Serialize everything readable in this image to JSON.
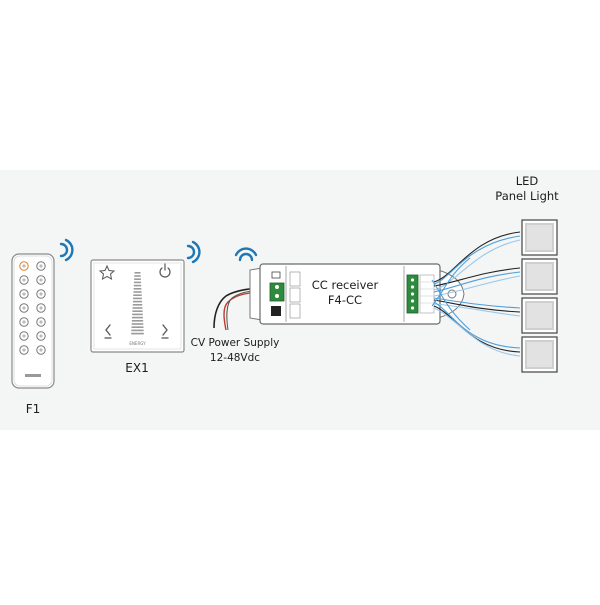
{
  "remote": {
    "label": "F1"
  },
  "wall_panel": {
    "label": "EX1",
    "brand": "ENERGY"
  },
  "power_supply": {
    "line1": "CV Power Supply",
    "line2": "12-48Vdc"
  },
  "receiver": {
    "line1": "CC receiver",
    "line2": "F4-CC"
  },
  "lights": {
    "line1": "LED",
    "line2": "Panel Light",
    "count": 4
  },
  "colors": {
    "band": "#f4f5f5",
    "outline": "#6b6b6b",
    "wifi": "#1f78b4",
    "terminal_green": "#2e8b3e",
    "wire_black": "#222222",
    "wire_red": "#c0392b",
    "wire_blue": "#4f9fd6",
    "panel_fill": "#cfcfcf"
  }
}
